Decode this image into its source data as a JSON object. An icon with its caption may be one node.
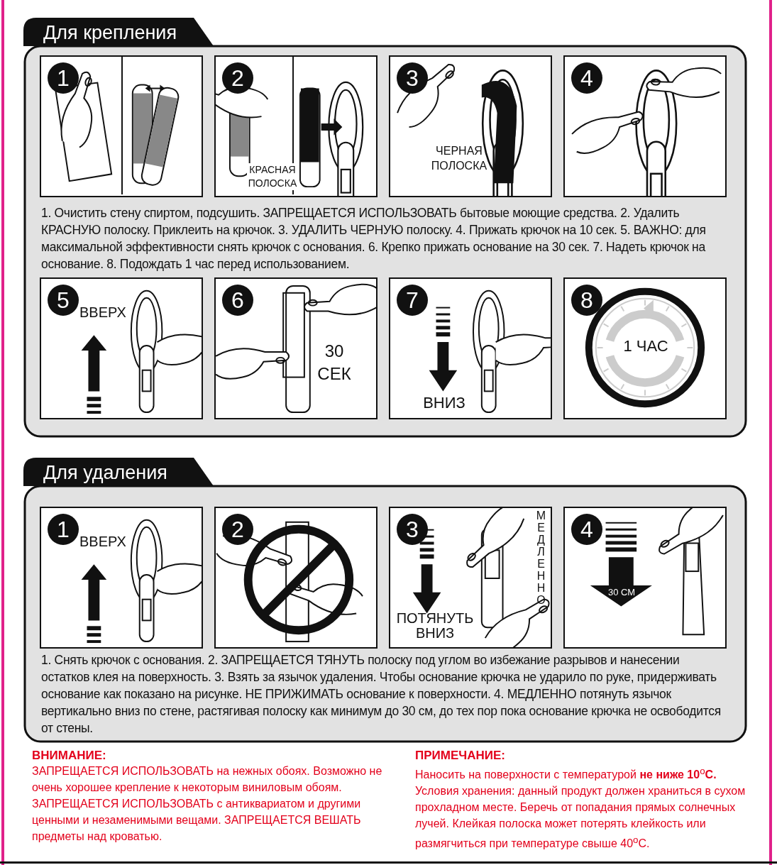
{
  "diagram": {
    "nodes": [
      {
        "text": [
          "Для крепления",
          "1. Очистить стену спиртом, подсушить. ЗАПРЕЩАЕТСЯ ИСПОЛЬЗОВАТЬ бытовые моющие средства. 2. Удалить КРАСНУЮ полоску. Приклеить на крючок. 3. УДАЛИТЬ ЧЕРНУЮ полоску. 4. Прижать крючок на 10 сек. 5. ВАЖНО: для максимальной эффективности снять крючок с основания. 6. Крепко прижать основание на 30 сек. 7. Надеть крючок на основание. 8. Подождать 1 час перед использованием."
        ]
      },
      {
        "text": [
          "1"
        ],
        "in": 0
      },
      {
        "text": [
          "2",
          "КРАСНАЯ ПОЛОСКА"
        ],
        "in": 0
      },
      {
        "text": [
          "3",
          "ЧЕРНАЯ ПОЛОСКА"
        ],
        "in": 0
      },
      {
        "text": [
          "4"
        ],
        "in": 0
      },
      {
        "text": [
          "5",
          "ВВЕРХ"
        ],
        "in": 0
      },
      {
        "text": [
          "6",
          "30 СЕК"
        ],
        "in": 0
      },
      {
        "text": [
          "7",
          "ВНИЗ"
        ],
        "in": 0
      },
      {
        "text": [
          "8",
          "1 ЧАС"
        ],
        "in": 0
      },
      {
        "text": [
          "Для удаления",
          "1. Снять крючок с основания. 2. ЗАПРЕЩАЕТСЯ ТЯНУТЬ полоску под углом во избежание разрывов и нанесении остатков клея на поверхность. 3. Взять за язычок удаления. Чтобы основание крючка не ударило по руке, придерживать основание как показано на рисунке. НЕ ПРИЖИМАТЬ основание к поверхности. 4. МЕДЛЕННО потянуть язычок вертикально вниз по стене, растягивая полоску как минимум до 30 см, до тех пор пока основание крючка не освободится от стены."
        ]
      },
      {
        "text": [
          "1",
          "ВВЕРХ"
        ],
        "in": 9
      },
      {
        "text": [
          "2"
        ],
        "in": 9
      },
      {
        "text": [
          "3",
          "ПОТЯНУТЬ ВНИЗ",
          "МЕДЛЕННО"
        ],
        "in": 9
      },
      {
        "text": [
          "4",
          "30 СМ"
        ],
        "in": 9
      }
    ],
    "edges": [],
    "labels": [
      "ВНИМАНИЕ:",
      "ЗАПРЕЩАЕТСЯ ИСПОЛЬЗОВАТЬ на нежных обоях. Возможно не очень хорошее крепление к некоторым виниловым обоям. ЗАПРЕЩАЕТСЯ ИСПОЛЬЗОВАТЬ с антиквариатом и другими ценными и незаменимыми вещами. ЗАПРЕЩАЕТСЯ ВЕШАТЬ предметы над кроватью.",
      "ПРИМЕЧАНИЕ:",
      "Наносить на поверхности с температурой **не ниже 10**$^{o}$**C.** Условия хранения: данный продукт должен храниться в сухом прохладном месте. Беречь от попадания прямых солнечных лучей. Клейкая полоска может потерять клейкость или размягчиться при температуре свыше 40$^{o}$C."
    ]
  }
}
